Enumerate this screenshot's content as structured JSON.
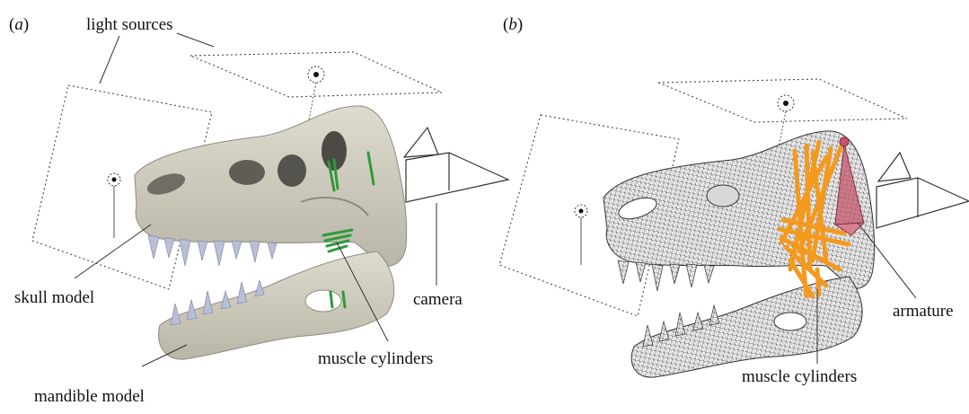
{
  "figure": {
    "panels": [
      {
        "id": "a",
        "panel_label": "(a)",
        "labels": {
          "light_sources": "light sources",
          "skull_model": "skull model",
          "mandible_model": "mandible model",
          "muscle_cylinders": "muscle cylinders",
          "camera": "camera"
        },
        "colors": {
          "bone": "#c9c6b8",
          "teeth": "#b9bfd9",
          "muscles": "#2e9b3a"
        }
      },
      {
        "id": "b",
        "panel_label": "(b)",
        "labels": {
          "armature": "armature",
          "muscle_cylinders": "muscle cylinders"
        },
        "colors": {
          "wireframe": "#555555",
          "muscles": "#f39a1e",
          "armature": "#c2566a"
        }
      }
    ]
  }
}
